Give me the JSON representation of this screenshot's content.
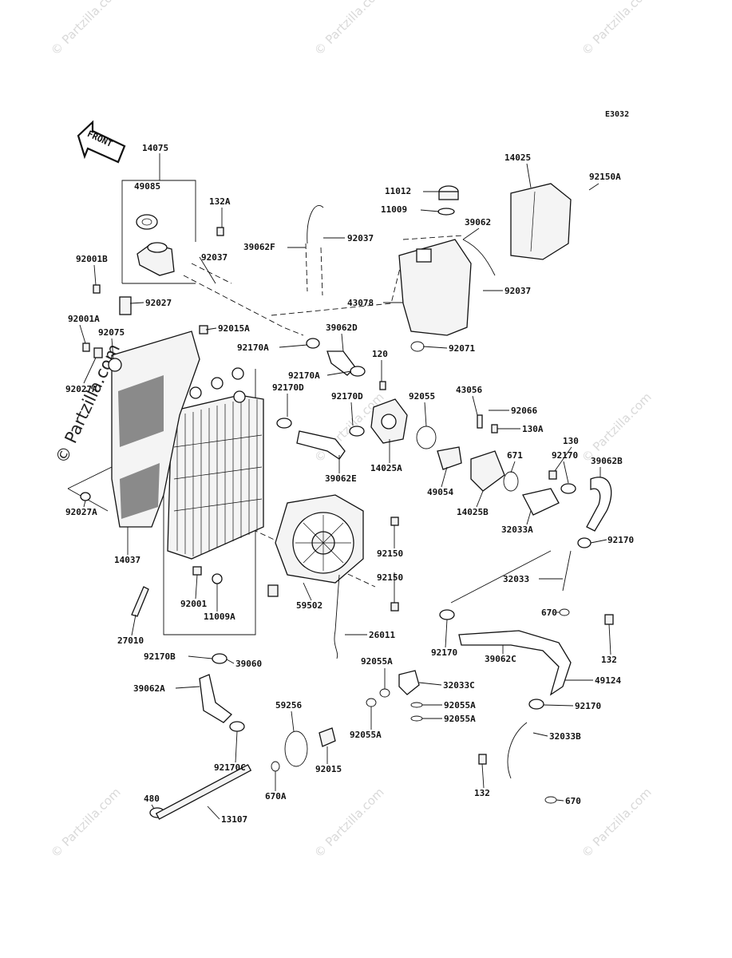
{
  "diagram": {
    "code": "E3032",
    "front_label": "FRONT",
    "watermark_small": "© Partzilla.com",
    "watermark_big": "© Partzilla.com",
    "parts": [
      {
        "id": "14075",
        "label": "14075"
      },
      {
        "id": "49085",
        "label": "49085"
      },
      {
        "id": "132A",
        "label": "132A"
      },
      {
        "id": "92001B",
        "label": "92001B"
      },
      {
        "id": "92037-a",
        "label": "92037"
      },
      {
        "id": "39062F",
        "label": "39062F"
      },
      {
        "id": "92037-b",
        "label": "92037"
      },
      {
        "id": "11012",
        "label": "11012"
      },
      {
        "id": "11009",
        "label": "11009"
      },
      {
        "id": "39062",
        "label": "39062"
      },
      {
        "id": "14025",
        "label": "14025"
      },
      {
        "id": "92150A",
        "label": "92150A"
      },
      {
        "id": "43078",
        "label": "43078"
      },
      {
        "id": "92037-c",
        "label": "92037"
      },
      {
        "id": "92027",
        "label": "92027"
      },
      {
        "id": "92015A",
        "label": "92015A"
      },
      {
        "id": "39062D",
        "label": "39062D"
      },
      {
        "id": "92071",
        "label": "92071"
      },
      {
        "id": "92001A",
        "label": "92001A"
      },
      {
        "id": "92075",
        "label": "92075"
      },
      {
        "id": "92170A-a",
        "label": "92170A"
      },
      {
        "id": "92027A-a",
        "label": "92027A"
      },
      {
        "id": "120",
        "label": "120"
      },
      {
        "id": "92170A-b",
        "label": "92170A"
      },
      {
        "id": "92170D-a",
        "label": "92170D"
      },
      {
        "id": "92170D-b",
        "label": "92170D"
      },
      {
        "id": "92055",
        "label": "92055"
      },
      {
        "id": "43056",
        "label": "43056"
      },
      {
        "id": "92066",
        "label": "92066"
      },
      {
        "id": "130A",
        "label": "130A"
      },
      {
        "id": "130",
        "label": "130"
      },
      {
        "id": "92170-a",
        "label": "92170"
      },
      {
        "id": "39062B",
        "label": "39062B"
      },
      {
        "id": "39062E",
        "label": "39062E"
      },
      {
        "id": "14025A",
        "label": "14025A"
      },
      {
        "id": "49054",
        "label": "49054"
      },
      {
        "id": "671",
        "label": "671"
      },
      {
        "id": "14025B",
        "label": "14025B"
      },
      {
        "id": "32033A",
        "label": "32033A"
      },
      {
        "id": "92027A-b",
        "label": "92027A"
      },
      {
        "id": "92170-b",
        "label": "92170"
      },
      {
        "id": "14037",
        "label": "14037"
      },
      {
        "id": "92150-a",
        "label": "92150"
      },
      {
        "id": "32033",
        "label": "32033"
      },
      {
        "id": "92150-b",
        "label": "92150"
      },
      {
        "id": "92001",
        "label": "92001"
      },
      {
        "id": "59502",
        "label": "59502"
      },
      {
        "id": "11009A",
        "label": "11009A"
      },
      {
        "id": "670-a",
        "label": "670"
      },
      {
        "id": "27010",
        "label": "27010"
      },
      {
        "id": "26011",
        "label": "26011"
      },
      {
        "id": "92170-c",
        "label": "92170"
      },
      {
        "id": "39062C",
        "label": "39062C"
      },
      {
        "id": "132-a",
        "label": "132"
      },
      {
        "id": "92170B",
        "label": "92170B"
      },
      {
        "id": "39060",
        "label": "39060"
      },
      {
        "id": "92055A-a",
        "label": "92055A"
      },
      {
        "id": "32033C",
        "label": "32033C"
      },
      {
        "id": "49124",
        "label": "49124"
      },
      {
        "id": "39062A",
        "label": "39062A"
      },
      {
        "id": "59256",
        "label": "59256"
      },
      {
        "id": "92055A-b",
        "label": "92055A"
      },
      {
        "id": "92170-d",
        "label": "92170"
      },
      {
        "id": "92055A-c",
        "label": "92055A"
      },
      {
        "id": "32033B",
        "label": "32033B"
      },
      {
        "id": "92055A-d",
        "label": "92055A"
      },
      {
        "id": "92170C",
        "label": "92170C"
      },
      {
        "id": "92015",
        "label": "92015"
      },
      {
        "id": "670A",
        "label": "670A"
      },
      {
        "id": "132-b",
        "label": "132"
      },
      {
        "id": "480",
        "label": "480"
      },
      {
        "id": "13107",
        "label": "13107"
      },
      {
        "id": "670-b",
        "label": "670"
      }
    ]
  }
}
